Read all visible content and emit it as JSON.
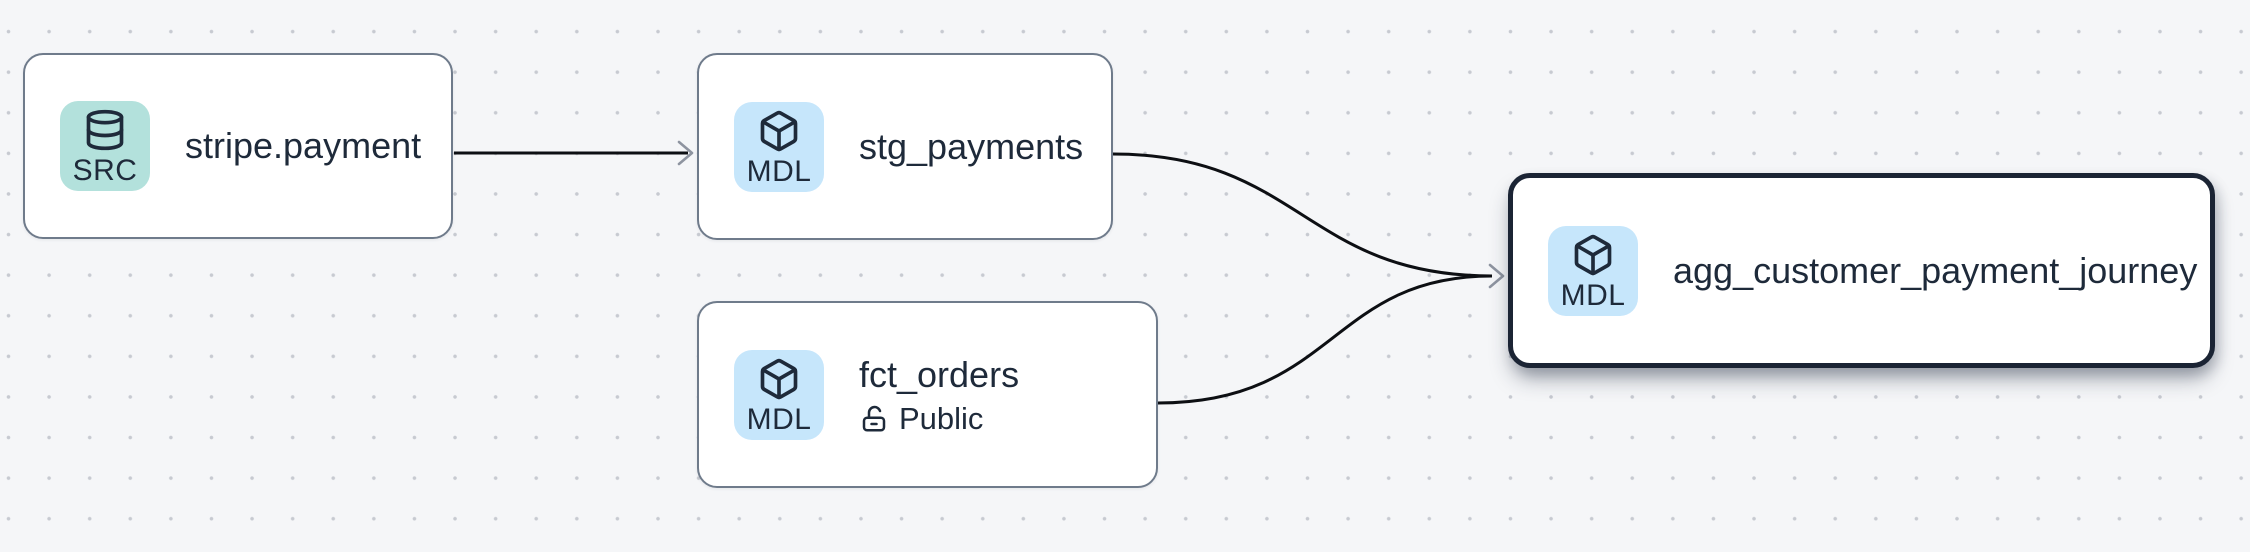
{
  "nodes": [
    {
      "title": "stripe.payment",
      "badge": "SRC",
      "icon": "database-icon",
      "selected": false
    },
    {
      "title": "stg_payments",
      "badge": "MDL",
      "icon": "box-icon",
      "selected": false
    },
    {
      "title": "fct_orders",
      "badge": "MDL",
      "icon": "box-icon",
      "access": "Public",
      "access_icon": "lock-open-icon",
      "selected": false
    },
    {
      "title": "agg_customer_payment_journey",
      "badge": "MDL",
      "icon": "box-icon",
      "selected": true
    }
  ],
  "edges": [
    {
      "source": "stripe.payment",
      "target": "stg_payments"
    },
    {
      "source": "stg_payments",
      "target": "agg_customer_payment_journey"
    },
    {
      "source": "fct_orders",
      "target": "agg_customer_payment_journey"
    }
  ],
  "colors": {
    "canvas_bg": "#f5f6f8",
    "grid_dot": "#c7cad1",
    "node_bg": "#ffffff",
    "node_border": "#6f7b8b",
    "selected_node_border": "#1b2434",
    "src_badge_bg": "#b3e1dc",
    "mdl_badge_bg": "#c6e6fb",
    "text": "#1e2a3a",
    "edge_line": "#0d0f13",
    "arrowhead": "#8e94a0"
  }
}
